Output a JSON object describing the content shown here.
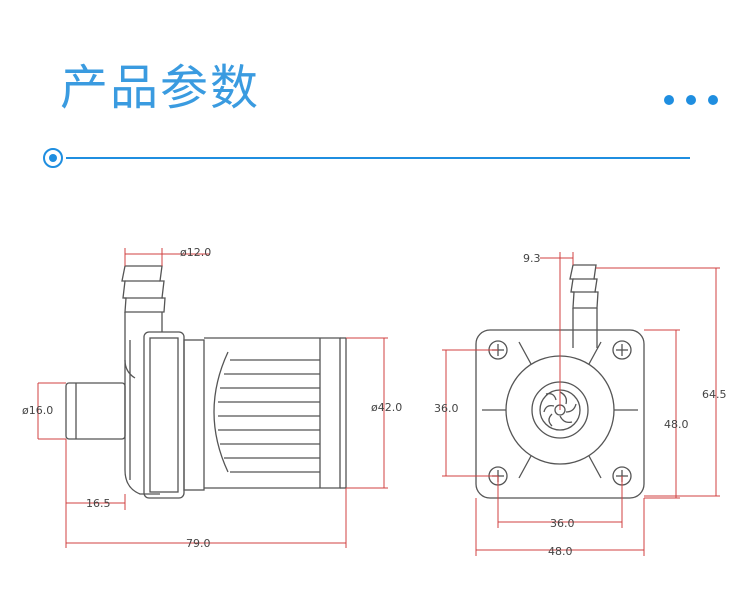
{
  "header": {
    "title": "产品参数",
    "accent_color": "#1f8ee0"
  },
  "drawing": {
    "line_color": "#555555",
    "dimension_color": "#d04040",
    "side_view": {
      "outlet_diameter": "ø12.0",
      "inlet_diameter": "ø16.0",
      "body_diameter": "ø42.0",
      "inlet_length": "16.5",
      "overall_length": "79.0"
    },
    "front_view": {
      "outlet_offset": "9.3",
      "overall_height": "64.5",
      "hole_spacing_vertical": "36.0",
      "flange_height": "48.0",
      "hole_spacing_horizontal": "36.0",
      "flange_width": "48.0"
    }
  }
}
